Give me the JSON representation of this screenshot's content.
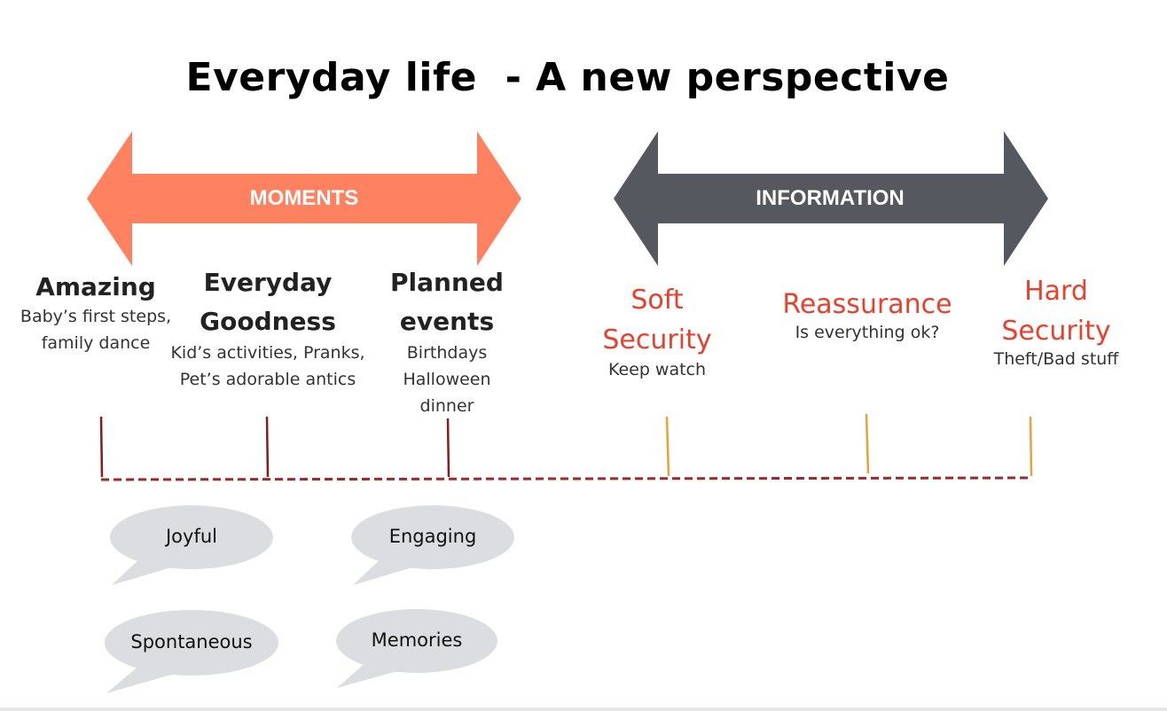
{
  "title": "Everyday life  - A new perspective",
  "arrows": {
    "moments": {
      "label": "MOMENTS",
      "color": "#ff8260"
    },
    "information": {
      "label": "INFORMATION",
      "color": "#55585e"
    }
  },
  "categories": [
    {
      "title_lines": [
        "Amazing"
      ],
      "details": [
        "Baby’s first steps,",
        "family dance"
      ]
    },
    {
      "title_lines": [
        "Everyday",
        "Goodness"
      ],
      "details": [
        "Kid’s activities, Pranks,",
        "Pet’s adorable antics"
      ]
    },
    {
      "title_lines": [
        "Planned",
        "events"
      ],
      "details": [
        "Birthdays",
        "Halloween",
        "dinner"
      ]
    },
    {
      "title_lines": [
        "Soft",
        "Security"
      ],
      "details": [
        "Keep watch"
      ]
    },
    {
      "title_lines": [
        "Reassurance"
      ],
      "details": [
        "Is everything ok?"
      ]
    },
    {
      "title_lines": [
        "Hard",
        "Security"
      ],
      "details": [
        "Theft/Bad stuff"
      ]
    }
  ],
  "bubbles": [
    "Joyful",
    "Engaging",
    "Spontaneous",
    "Memories"
  ],
  "colors": {
    "moments_tick": "#8b1a1a",
    "information_tick": "#e8a13a",
    "timeline": "#9b2a2a",
    "bubble": "#dcdde0",
    "info_heading": "#e8402b"
  }
}
